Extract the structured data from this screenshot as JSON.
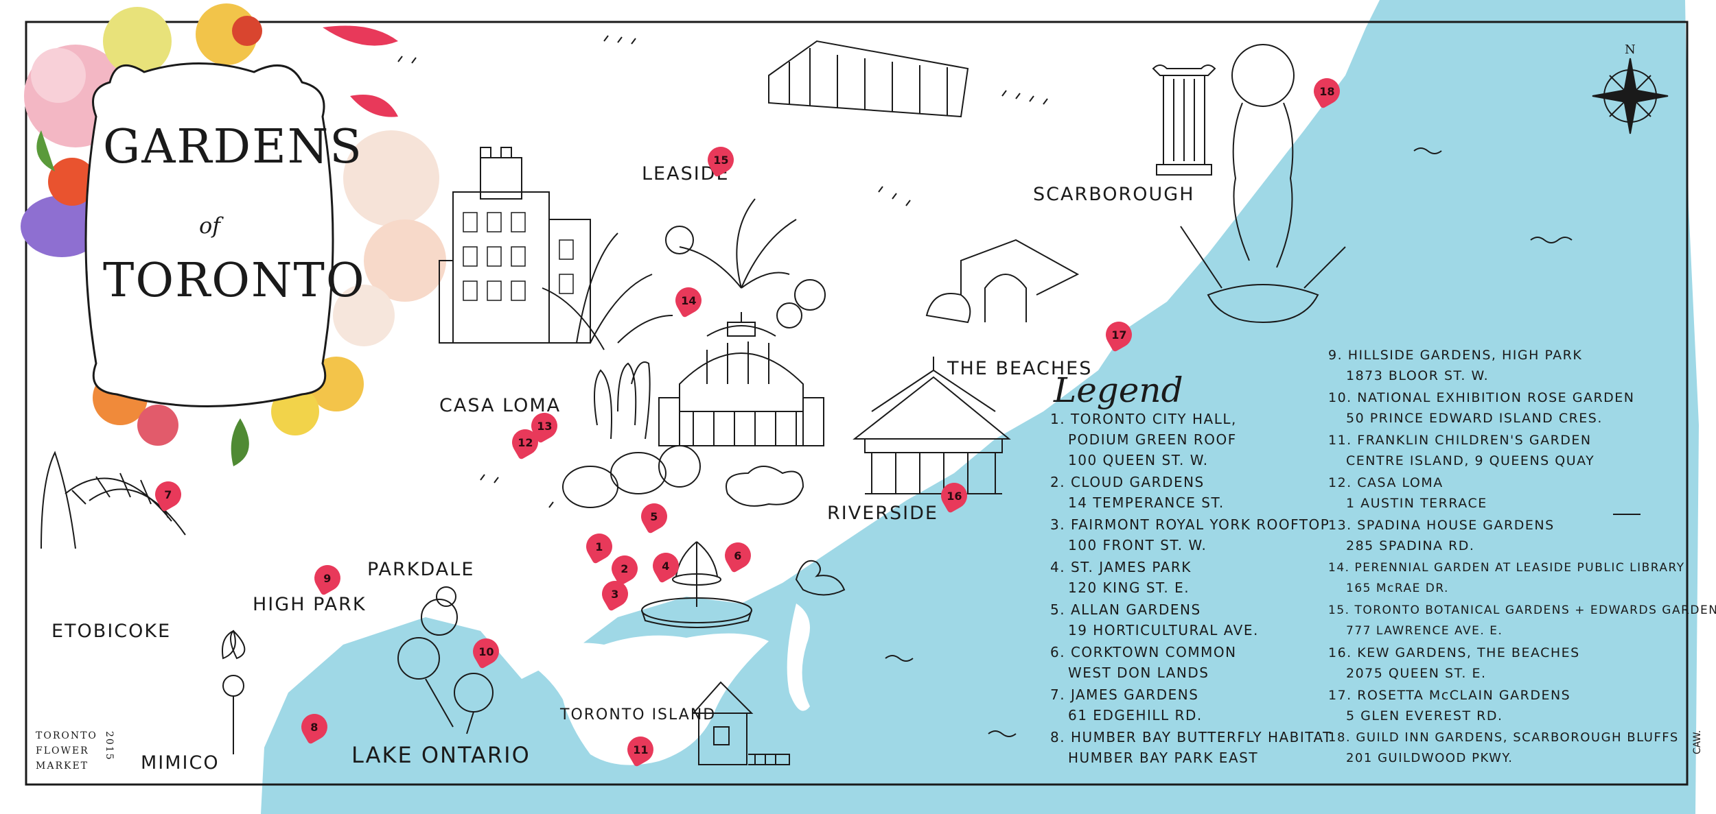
{
  "map": {
    "title_line1": "GARDENS",
    "title_of": "of",
    "title_line2": "TORONTO",
    "credit": [
      "TORONTO",
      "FLOWER",
      "MARKET",
      "2015"
    ],
    "signature": "CAW.",
    "compass_label": "N",
    "colors": {
      "water": "#9fd8e6",
      "marker": "#e8395a",
      "ink": "#1a1a1a",
      "paper": "#ffffff"
    },
    "areas": [
      {
        "id": "leaside",
        "label": "LEASIDE"
      },
      {
        "id": "scarborough",
        "label": "SCARBOROUGH"
      },
      {
        "id": "the-beaches",
        "label": "THE BEACHES"
      },
      {
        "id": "casa-loma",
        "label": "CASA LOMA"
      },
      {
        "id": "riverside",
        "label": "RIVERSIDE"
      },
      {
        "id": "parkdale",
        "label": "PARKDALE"
      },
      {
        "id": "high-park",
        "label": "HIGH PARK"
      },
      {
        "id": "etobicoke",
        "label": "ETOBICOKE"
      },
      {
        "id": "mimico",
        "label": "MIMICO"
      },
      {
        "id": "toronto-island",
        "label": "TORONTO ISLAND"
      },
      {
        "id": "lake-ontario",
        "label": "LAKE ONTARIO"
      }
    ],
    "markers": [
      "1",
      "2",
      "3",
      "4",
      "5",
      "6",
      "7",
      "8",
      "9",
      "10",
      "11",
      "12",
      "13",
      "14",
      "15",
      "16",
      "17",
      "18"
    ]
  },
  "legend": {
    "title": "Legend",
    "items": [
      {
        "num": "1.",
        "name": "TORONTO CITY HALL,",
        "lines": [
          "PODIUM GREEN ROOF",
          "100 QUEEN ST. W."
        ]
      },
      {
        "num": "2.",
        "name": "CLOUD GARDENS",
        "lines": [
          "14 TEMPERANCE ST."
        ]
      },
      {
        "num": "3.",
        "name": "FAIRMONT ROYAL YORK ROOFTOP",
        "lines": [
          "100 FRONT ST. W."
        ]
      },
      {
        "num": "4.",
        "name": "ST. JAMES PARK",
        "lines": [
          "120 KING ST. E."
        ]
      },
      {
        "num": "5.",
        "name": "ALLAN GARDENS",
        "lines": [
          "19 HORTICULTURAL AVE."
        ]
      },
      {
        "num": "6.",
        "name": "CORKTOWN COMMON",
        "lines": [
          "WEST DON LANDS"
        ]
      },
      {
        "num": "7.",
        "name": "JAMES GARDENS",
        "lines": [
          "61 EDGEHILL RD."
        ]
      },
      {
        "num": "8.",
        "name": "HUMBER BAY BUTTERFLY HABITAT",
        "lines": [
          "HUMBER BAY PARK EAST"
        ]
      },
      {
        "num": "9.",
        "name": "HILLSIDE GARDENS, HIGH PARK",
        "lines": [
          "1873 BLOOR ST. W."
        ]
      },
      {
        "num": "10.",
        "name": "NATIONAL EXHIBITION ROSE GARDEN",
        "lines": [
          "50 PRINCE EDWARD ISLAND CRES."
        ]
      },
      {
        "num": "11.",
        "name": "FRANKLIN CHILDREN'S GARDEN",
        "lines": [
          "CENTRE ISLAND, 9 QUEENS QUAY"
        ]
      },
      {
        "num": "12.",
        "name": "CASA LOMA",
        "lines": [
          "1 AUSTIN TERRACE"
        ]
      },
      {
        "num": "13.",
        "name": "SPADINA HOUSE GARDENS",
        "lines": [
          "285 SPADINA RD."
        ]
      },
      {
        "num": "14.",
        "name": "PERENNIAL GARDEN AT LEASIDE PUBLIC LIBRARY",
        "lines": [
          "165 McRAE DR."
        ]
      },
      {
        "num": "15.",
        "name": "TORONTO BOTANICAL GARDENS + EDWARDS GARDENS",
        "lines": [
          "777 LAWRENCE AVE. E."
        ]
      },
      {
        "num": "16.",
        "name": "KEW GARDENS, THE BEACHES",
        "lines": [
          "2075 QUEEN ST. E."
        ]
      },
      {
        "num": "17.",
        "name": "ROSETTA McCLAIN GARDENS",
        "lines": [
          "5 GLEN EVEREST RD."
        ]
      },
      {
        "num": "18.",
        "name": "GUILD INN GARDENS, SCARBOROUGH BLUFFS",
        "lines": [
          "201 GUILDWOOD PKWY."
        ]
      }
    ]
  }
}
